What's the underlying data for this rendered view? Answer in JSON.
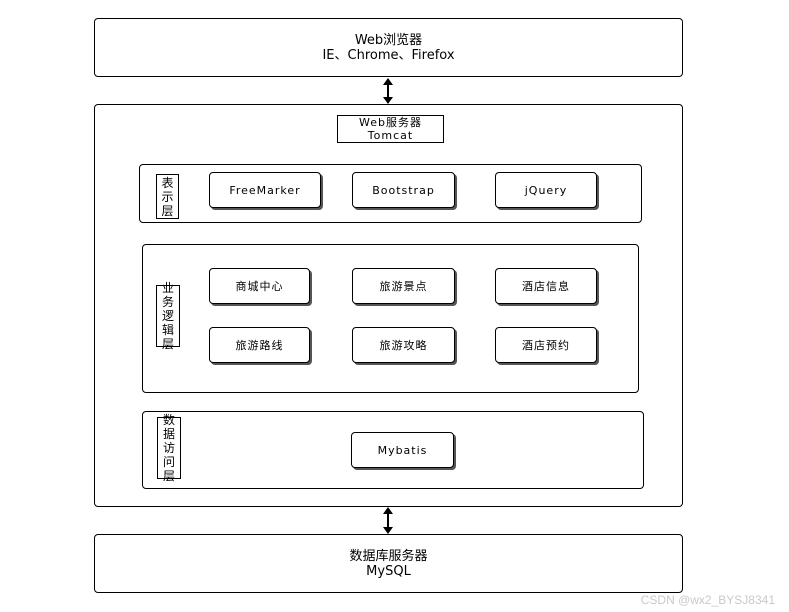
{
  "browser": {
    "title": "Web浏览器",
    "subtitle": "IE、Chrome、Firefox"
  },
  "web_server": {
    "title": "Web服务器",
    "subtitle": "Tomcat",
    "presentation": {
      "label": [
        "表",
        "示",
        "层"
      ],
      "items": [
        "FreeMarker",
        "Bootstrap",
        "jQuery"
      ]
    },
    "business": {
      "label": [
        "业",
        "务",
        "逻",
        "辑",
        "层"
      ],
      "items": [
        "商城中心",
        "旅游景点",
        "酒店信息",
        "旅游路线",
        "旅游攻略",
        "酒店预约"
      ]
    },
    "data_access": {
      "label": [
        "数",
        "据",
        "访",
        "问",
        "层"
      ],
      "items": [
        "Mybatis"
      ]
    }
  },
  "db_server": {
    "title": "数据库服务器",
    "subtitle": "MySQL"
  },
  "watermark": "CSDN @wx2_BYSJ8341"
}
